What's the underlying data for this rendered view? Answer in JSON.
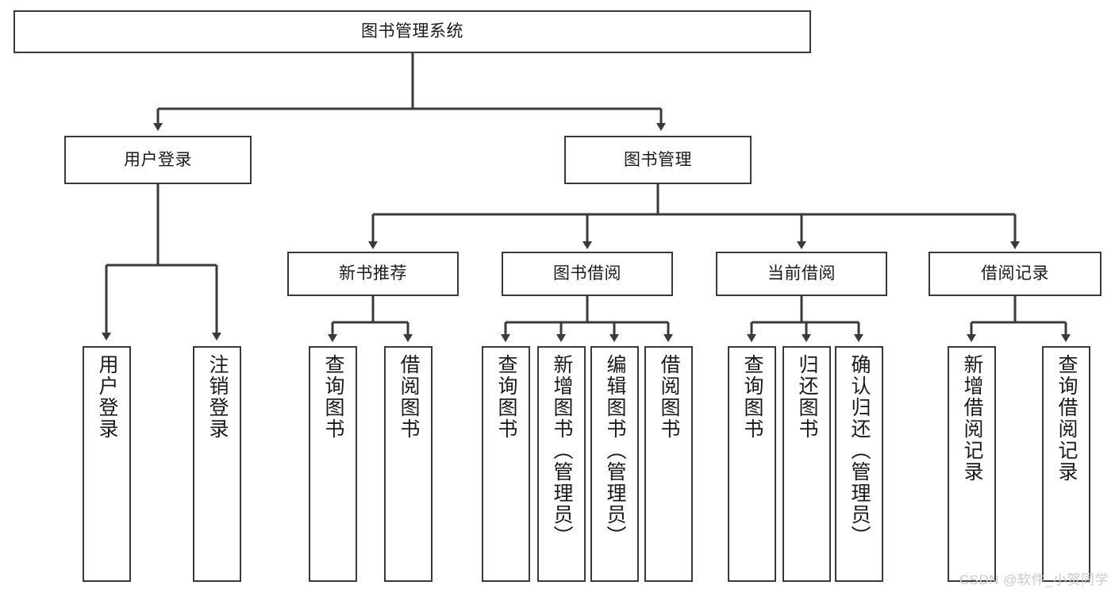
{
  "diagram": {
    "title_text": "图书管理系统",
    "type": "tree-hierarchy-diagram",
    "watermark": "CSDN @软件_小贺同学",
    "stroke_color": "#3a3a3a",
    "fill_color": "#ffffff",
    "text_color": "#1a1a1a",
    "watermark_color": "#c9c9c9"
  },
  "nodes": {
    "root": {
      "label": "图书管理系统"
    },
    "level2": [
      {
        "id": "user-login",
        "label": "用户登录"
      },
      {
        "id": "book-management",
        "label": "图书管理"
      }
    ],
    "level3": [
      {
        "id": "new-book-recommend",
        "label": "新书推荐"
      },
      {
        "id": "book-borrow",
        "label": "图书借阅"
      },
      {
        "id": "current-borrow",
        "label": "当前借阅"
      },
      {
        "id": "borrow-record",
        "label": "借阅记录"
      }
    ],
    "leaves": {
      "user-login": [
        {
          "id": "leaf-user-login",
          "label": "用户登录"
        },
        {
          "id": "leaf-logout-login",
          "label": "注销登录"
        }
      ],
      "new-book-recommend": [
        {
          "id": "leaf-query-book-1",
          "label": "查询图书"
        },
        {
          "id": "leaf-borrow-book-1",
          "label": "借阅图书"
        }
      ],
      "book-borrow": [
        {
          "id": "leaf-query-book-2",
          "label": "查询图书"
        },
        {
          "id": "leaf-add-book-admin",
          "label": "新增图书（管理员）"
        },
        {
          "id": "leaf-edit-book-admin",
          "label": "编辑图书（管理员）"
        },
        {
          "id": "leaf-borrow-book-2",
          "label": "借阅图书"
        }
      ],
      "current-borrow": [
        {
          "id": "leaf-query-book-3",
          "label": "查询图书"
        },
        {
          "id": "leaf-return-book",
          "label": "归还图书"
        },
        {
          "id": "leaf-confirm-return-admin",
          "label": "确认归还（管理员）"
        }
      ],
      "borrow-record": [
        {
          "id": "leaf-add-borrow-record",
          "label": "新增借阅记录"
        },
        {
          "id": "leaf-query-borrow-record",
          "label": "查询借阅记录"
        }
      ]
    }
  }
}
